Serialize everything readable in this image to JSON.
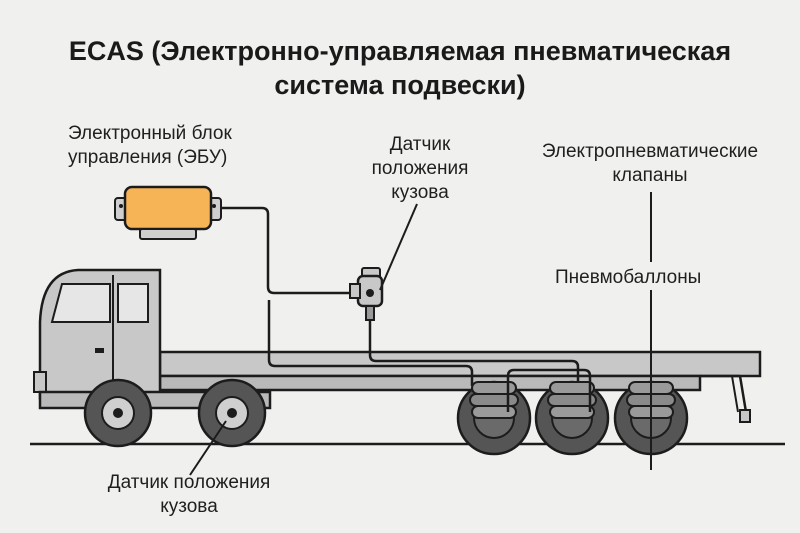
{
  "title": {
    "line1": "ECAS (Электронно-управляемая пневматическая",
    "line2": "система подвески)"
  },
  "labels": {
    "ecu_line1": "Электронный блок",
    "ecu_line2": "управления (ЭБУ)",
    "sensor_top_line1": "Датчик",
    "sensor_top_line2": "положения",
    "sensor_top_line3": "кузова",
    "valves_line1": "Электропневматические",
    "valves_line2": "клапаны",
    "airbags": "Пневмобаллоны",
    "sensor_bottom_line1": "Датчик положения",
    "sensor_bottom_line2": "кузова"
  },
  "colors": {
    "background": "#f0f0ee",
    "ecu_fill": "#f7b456",
    "truck_body": "#c8c8c8",
    "outline": "#1c1c1c",
    "tire": "#555555"
  }
}
